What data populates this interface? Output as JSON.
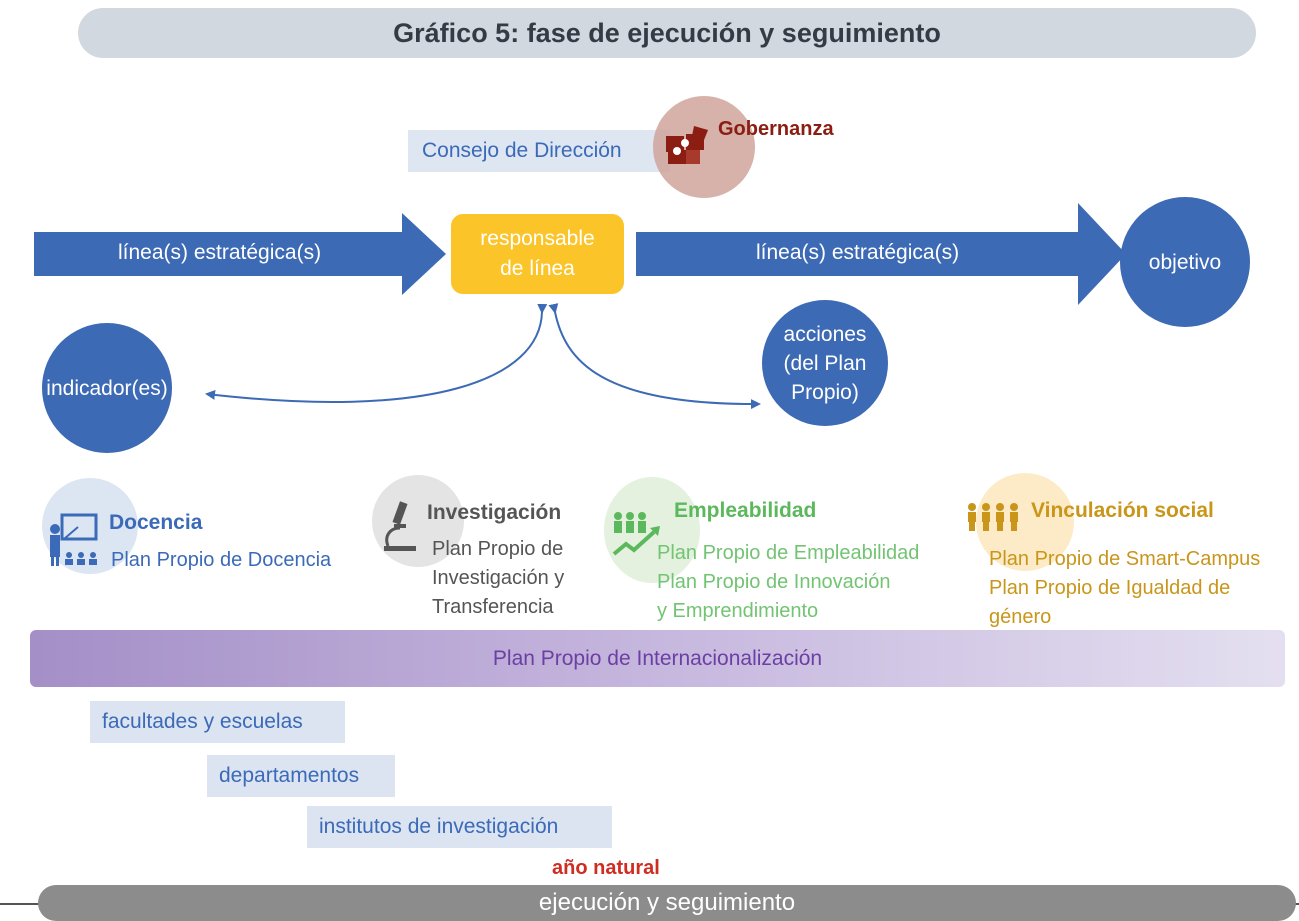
{
  "title": "Gráfico 5: fase de ejecución y seguimiento",
  "governance": {
    "consejo": "Consejo de Dirección",
    "label": "Gobernanza",
    "icon": "puzzle-icon"
  },
  "flow": {
    "left_arrow": "línea(s) estratégica(s)",
    "responsable": [
      "responsable",
      "de línea"
    ],
    "right_arrow": "línea(s) estratégica(s)",
    "objetivo": "objetivo"
  },
  "indicadores": "indicador(es)",
  "acciones": [
    "acciones",
    "(del Plan",
    "Propio)"
  ],
  "categories": [
    {
      "title": "Docencia",
      "lines": [
        "Plan Propio de Docencia"
      ],
      "icon": "teacher-icon",
      "color": "#3b6ab8"
    },
    {
      "title": "Investigación",
      "lines": [
        "Plan Propio de",
        "Investigación y",
        "Transferencia"
      ],
      "icon": "microscope-icon",
      "color": "#555555"
    },
    {
      "title": "Empleabilidad",
      "lines": [
        "Plan Propio de Empleabilidad",
        "Plan Propio de Innovación",
        "y Emprendimiento"
      ],
      "icon": "growth-people-icon",
      "color": "#5cb85c"
    },
    {
      "title": "Vinculación social",
      "lines": [
        "Plan Propio de Smart-Campus",
        "Plan Propio de Igualdad de",
        "género"
      ],
      "icon": "community-icon",
      "color": "#c9961a"
    }
  ],
  "internacionalizacion": "Plan Propio de Internacionalización",
  "organizations": [
    "facultades y escuelas",
    "departamentos",
    "institutos de investigación"
  ],
  "anio": "año natural",
  "bottom": "ejecución y seguimiento",
  "colors": {
    "blue": "#3d6ab5",
    "yellow": "#fbc428",
    "purple": "#a48fc7",
    "red": "#d12c22"
  }
}
